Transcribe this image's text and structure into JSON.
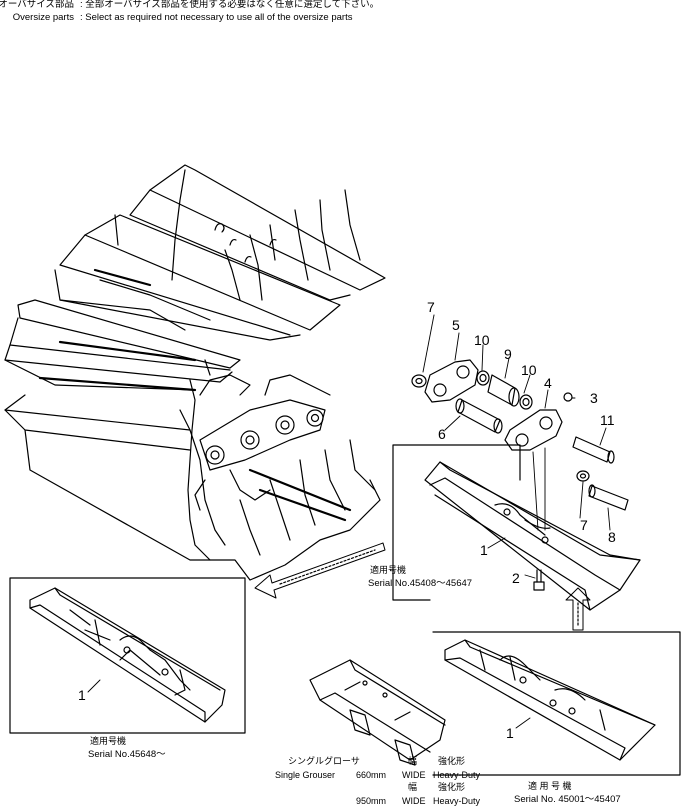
{
  "notes": [
    {
      "label": "オーバサイズ部品",
      "text": ": 全部オーバサイズ部品を使用する必要はなく任意に選定して下さい。"
    },
    {
      "label": "Oversize parts",
      "text": ": Select as required not necessary to use all of the oversize parts"
    }
  ],
  "callouts": {
    "c1a": "1",
    "c1b": "1",
    "c1c": "1",
    "c2": "2",
    "c3": "3",
    "c4": "4",
    "c5": "5",
    "c6": "6",
    "c7a": "7",
    "c7b": "7",
    "c8": "8",
    "c9": "9",
    "c10a": "10",
    "c10b": "10",
    "c11": "11"
  },
  "serials": {
    "mid_jp": "適用号機",
    "mid": "Serial No.45408～45647",
    "left_jp": "適用号機",
    "left": "Serial No.45648～",
    "right_jp": "適 用 号 機",
    "right": "Serial  No. 45001～45407"
  },
  "spec": {
    "jp_title": "シングルグローサ",
    "title": "Single Grouser",
    "row1": {
      "size": "660mm",
      "jp_width": "幅",
      "width": "WIDE",
      "jp_type": "強化形",
      "type": "Heavy-Duty"
    },
    "row2": {
      "size": "950mm",
      "jp_width": "幅",
      "width": "WIDE",
      "jp_type": "強化形",
      "type": "Heavy-Duty"
    }
  }
}
